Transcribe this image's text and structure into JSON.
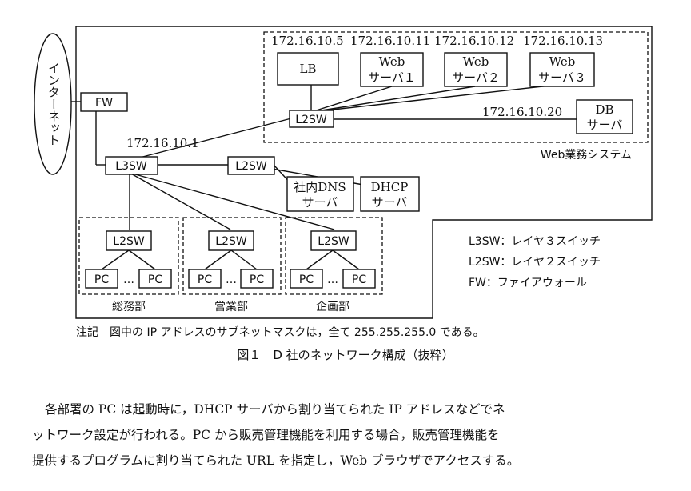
{
  "nodes": {
    "internet": "インターネット",
    "fw": "FW",
    "l3sw": "L3SW",
    "l2sw": "L2SW",
    "lb": "LB",
    "web1": [
      "Web",
      "サーバ１"
    ],
    "web2": [
      "Web",
      "サーバ２"
    ],
    "web3": [
      "Web",
      "サーバ３"
    ],
    "db": [
      "DB",
      "サーバ"
    ],
    "dns": [
      "社内DNS",
      "サーバ"
    ],
    "dhcp": [
      "DHCP",
      "サーバ"
    ],
    "pc": "PC",
    "dots": "…"
  },
  "addresses": {
    "lb": "172.16.10.5",
    "web1": "172.16.10.11",
    "web2": "172.16.10.12",
    "web3": "172.16.10.13",
    "db": "172.16.10.20",
    "l3sw": "172.16.10.1"
  },
  "groups": {
    "web_system": "Web業務システム",
    "dept1": "総務部",
    "dept2": "営業部",
    "dept3": "企画部"
  },
  "legend": [
    "L3SW：レイヤ３スイッチ",
    "L2SW：レイヤ２スイッチ",
    "FW：ファイアウォール"
  ],
  "note": "注記　図中の IP アドレスのサブネットマスクは，全て 255.255.255.0 である。",
  "caption": "図１　D 社のネットワーク構成（抜粋）",
  "paragraph": [
    "各部署の PC は起動時に，DHCP サーバから割り当てられた IP アドレスなどでネ",
    "ットワーク設定が行われる。PC から販売管理機能を利用する場合，販売管理機能を",
    "提供するプログラムに割り当てられた URL を指定し，Web ブラウザでアクセスする。"
  ]
}
